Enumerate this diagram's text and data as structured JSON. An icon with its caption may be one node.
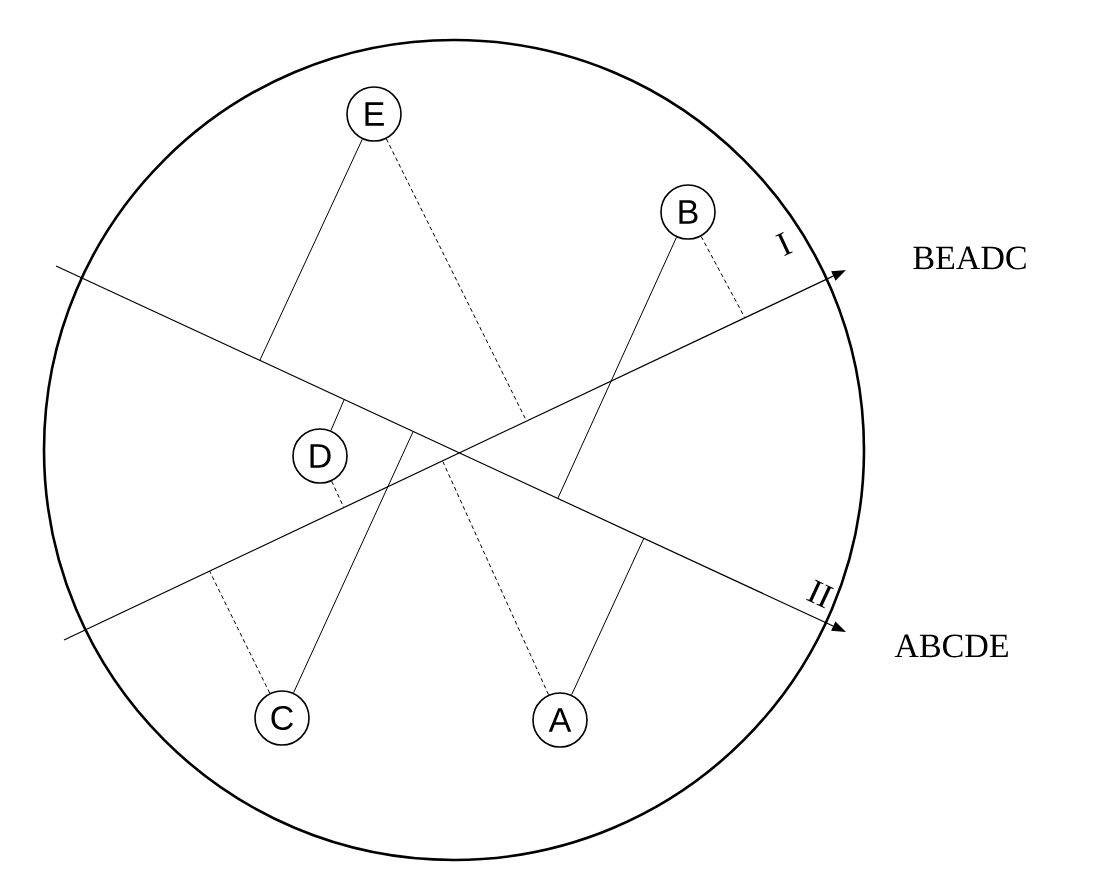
{
  "diagram": {
    "nodes": [
      {
        "text": [
          "E"
        ]
      },
      {
        "text": [
          "B"
        ]
      },
      {
        "text": [
          "D"
        ]
      },
      {
        "text": [
          "C"
        ]
      },
      {
        "text": [
          "A"
        ]
      }
    ],
    "edges": [
      {
        "from": 0,
        "to": null,
        "arrow": "none",
        "style": "dashed"
      },
      {
        "from": 0,
        "to": null,
        "arrow": "none"
      },
      {
        "from": 1,
        "to": null,
        "arrow": "none",
        "style": "dashed"
      },
      {
        "from": 1,
        "to": null,
        "arrow": "none"
      },
      {
        "from": 2,
        "to": null,
        "arrow": "none",
        "style": "dashed"
      },
      {
        "from": 2,
        "to": null,
        "arrow": "none"
      },
      {
        "from": 3,
        "to": null,
        "arrow": "none",
        "style": "dashed"
      },
      {
        "from": 3,
        "to": null,
        "arrow": "none"
      },
      {
        "from": 4,
        "to": null,
        "arrow": "none",
        "style": "dashed"
      },
      {
        "from": 4,
        "to": null,
        "arrow": "none"
      }
    ],
    "labels": [
      "I",
      "BEADC",
      "II",
      "ABCDE"
    ]
  }
}
